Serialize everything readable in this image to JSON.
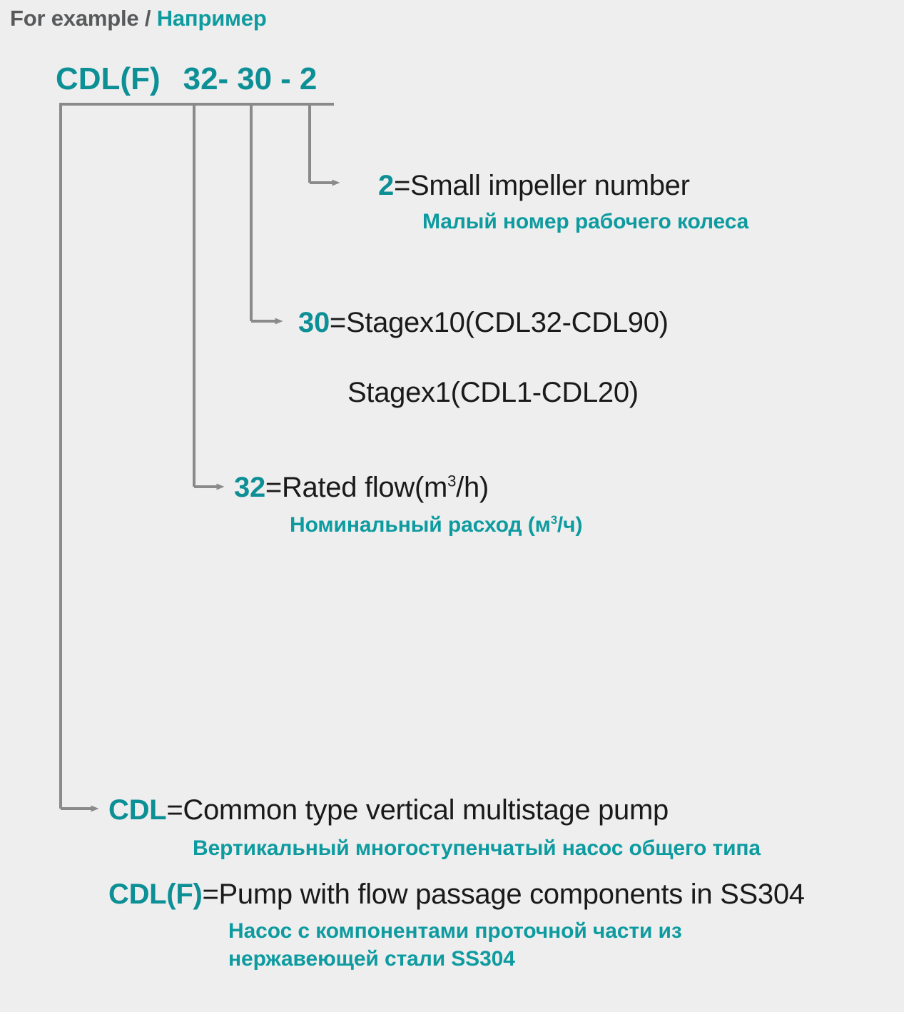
{
  "header": {
    "english": "For example",
    "separator": "/",
    "russian": "Например"
  },
  "model_code": {
    "series": "CDL(F)",
    "flow": "32-",
    "stage": "30",
    "dash": "-",
    "impeller": "2"
  },
  "colors": {
    "teal": "#0e9ba0",
    "teal_dark": "#0d8f96",
    "gray_text": "#58595b",
    "line_gray": "#8a8a8a",
    "black_text": "#1a1a1a",
    "background": "#eeeeee"
  },
  "definitions": {
    "impeller": {
      "key": "2",
      "english": "=Small impeller number",
      "russian": "Малый номер рабочего колеса"
    },
    "stage": {
      "key": "30",
      "english": "=Stagex10(CDL32-CDL90)",
      "english_line2": "Stagex1(CDL1-CDL20)"
    },
    "flow": {
      "key": "32",
      "english_pre": "=Rated flow(m",
      "english_sup": "3",
      "english_post": "/h)",
      "russian_pre": "Номинальный расход (м",
      "russian_sup": "3",
      "russian_post": "/ч)"
    },
    "cdl": {
      "key": "CDL",
      "english": "=Common type vertical multistage pump",
      "russian": "Вертикальный многоступенчатый насос общего типа"
    },
    "cdlf": {
      "key": "CDL(F)",
      "english": "=Pump with flow passage components in SS304",
      "russian_line1": "Насос с компонентами проточной части из",
      "russian_line2": "нержавеющей стали SS304"
    }
  }
}
